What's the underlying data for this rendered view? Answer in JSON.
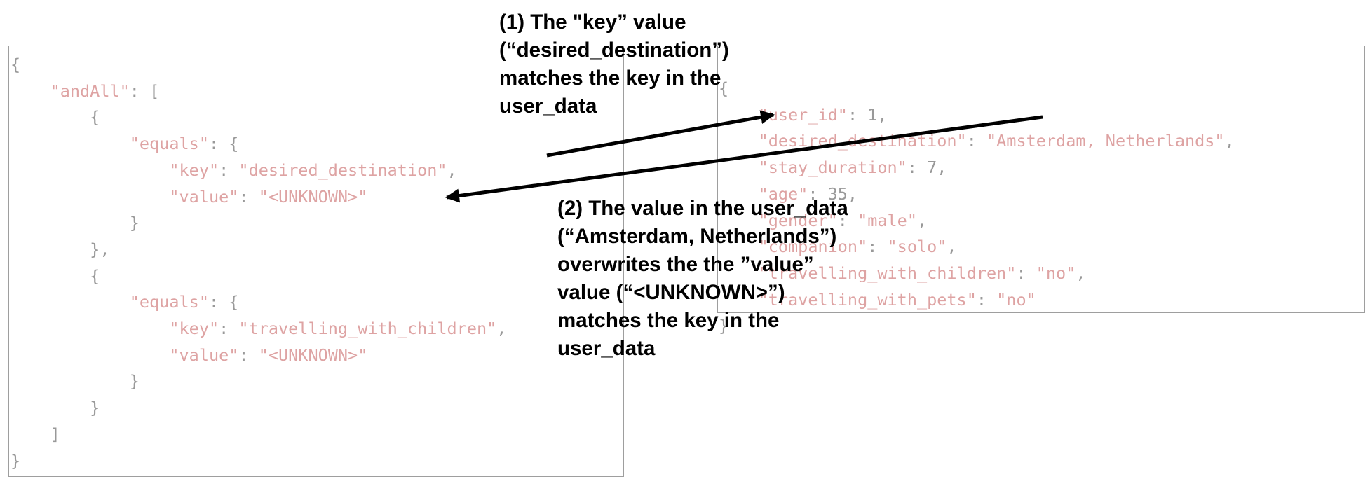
{
  "query_json": {
    "lines": [
      [
        {
          "t": "p",
          "v": "{"
        }
      ],
      [
        {
          "t": "p",
          "v": "    "
        },
        {
          "t": "k",
          "v": "\"andAll\""
        },
        {
          "t": "p",
          "v": ": ["
        }
      ],
      [
        {
          "t": "p",
          "v": "        {"
        }
      ],
      [
        {
          "t": "p",
          "v": "            "
        },
        {
          "t": "k",
          "v": "\"equals\""
        },
        {
          "t": "p",
          "v": ": {"
        }
      ],
      [
        {
          "t": "p",
          "v": "                "
        },
        {
          "t": "k",
          "v": "\"key\""
        },
        {
          "t": "p",
          "v": ": "
        },
        {
          "t": "s",
          "v": "\"desired_destination\""
        },
        {
          "t": "p",
          "v": ","
        }
      ],
      [
        {
          "t": "p",
          "v": "                "
        },
        {
          "t": "k",
          "v": "\"value\""
        },
        {
          "t": "p",
          "v": ": "
        },
        {
          "t": "s",
          "v": "\"<UNKNOWN>\""
        }
      ],
      [
        {
          "t": "p",
          "v": "            }"
        }
      ],
      [
        {
          "t": "p",
          "v": "        },"
        }
      ],
      [
        {
          "t": "p",
          "v": "        {"
        }
      ],
      [
        {
          "t": "p",
          "v": "            "
        },
        {
          "t": "k",
          "v": "\"equals\""
        },
        {
          "t": "p",
          "v": ": {"
        }
      ],
      [
        {
          "t": "p",
          "v": "                "
        },
        {
          "t": "k",
          "v": "\"key\""
        },
        {
          "t": "p",
          "v": ": "
        },
        {
          "t": "s",
          "v": "\"travelling_with_children\""
        },
        {
          "t": "p",
          "v": ","
        }
      ],
      [
        {
          "t": "p",
          "v": "                "
        },
        {
          "t": "k",
          "v": "\"value\""
        },
        {
          "t": "p",
          "v": ": "
        },
        {
          "t": "s",
          "v": "\"<UNKNOWN>\""
        }
      ],
      [
        {
          "t": "p",
          "v": "            }"
        }
      ],
      [
        {
          "t": "p",
          "v": "        }"
        }
      ],
      [
        {
          "t": "p",
          "v": "    ]"
        }
      ],
      [
        {
          "t": "p",
          "v": "}"
        }
      ]
    ]
  },
  "user_data_json": {
    "lines": [
      [
        {
          "t": "p",
          "v": "{"
        }
      ],
      [
        {
          "t": "p",
          "v": "    "
        },
        {
          "t": "k",
          "v": "\"user_id\""
        },
        {
          "t": "p",
          "v": ": 1,"
        }
      ],
      [
        {
          "t": "p",
          "v": "    "
        },
        {
          "t": "k",
          "v": "\"desired_destination\""
        },
        {
          "t": "p",
          "v": ": "
        },
        {
          "t": "s",
          "v": "\"Amsterdam, Netherlands\""
        },
        {
          "t": "p",
          "v": ","
        }
      ],
      [
        {
          "t": "p",
          "v": "    "
        },
        {
          "t": "k",
          "v": "\"stay_duration\""
        },
        {
          "t": "p",
          "v": ": 7,"
        }
      ],
      [
        {
          "t": "p",
          "v": "    "
        },
        {
          "t": "k",
          "v": "\"age\""
        },
        {
          "t": "p",
          "v": ": 35,"
        }
      ],
      [
        {
          "t": "p",
          "v": "    "
        },
        {
          "t": "k",
          "v": "\"gender\""
        },
        {
          "t": "p",
          "v": ": "
        },
        {
          "t": "s",
          "v": "\"male\""
        },
        {
          "t": "p",
          "v": ","
        }
      ],
      [
        {
          "t": "p",
          "v": "    "
        },
        {
          "t": "k",
          "v": "\"companion\""
        },
        {
          "t": "p",
          "v": ": "
        },
        {
          "t": "s",
          "v": "\"solo\""
        },
        {
          "t": "p",
          "v": ","
        }
      ],
      [
        {
          "t": "p",
          "v": "    "
        },
        {
          "t": "k",
          "v": "\"travelling_with_children\""
        },
        {
          "t": "p",
          "v": ": "
        },
        {
          "t": "s",
          "v": "\"no\""
        },
        {
          "t": "p",
          "v": ","
        }
      ],
      [
        {
          "t": "p",
          "v": "    "
        },
        {
          "t": "k",
          "v": "\"travelling_with_pets\""
        },
        {
          "t": "p",
          "v": ": "
        },
        {
          "t": "s",
          "v": "\"no\""
        }
      ],
      [
        {
          "t": "p",
          "v": "}"
        }
      ]
    ]
  },
  "annotations": {
    "step1": [
      "(1) The \"key” value",
      "(“desired_destination”)",
      "matches the key in the",
      "user_data"
    ],
    "step2": [
      "(2) The value in the user_data",
      "(“Amsterdam, Netherlands”)",
      "overwrites the the ”value”",
      "value (“<UNKNOWN>”)",
      "matches the key in the",
      "user_data"
    ]
  },
  "colors": {
    "string": "#dea3a3",
    "punctuation": "#999999",
    "arrow": "#000000"
  }
}
